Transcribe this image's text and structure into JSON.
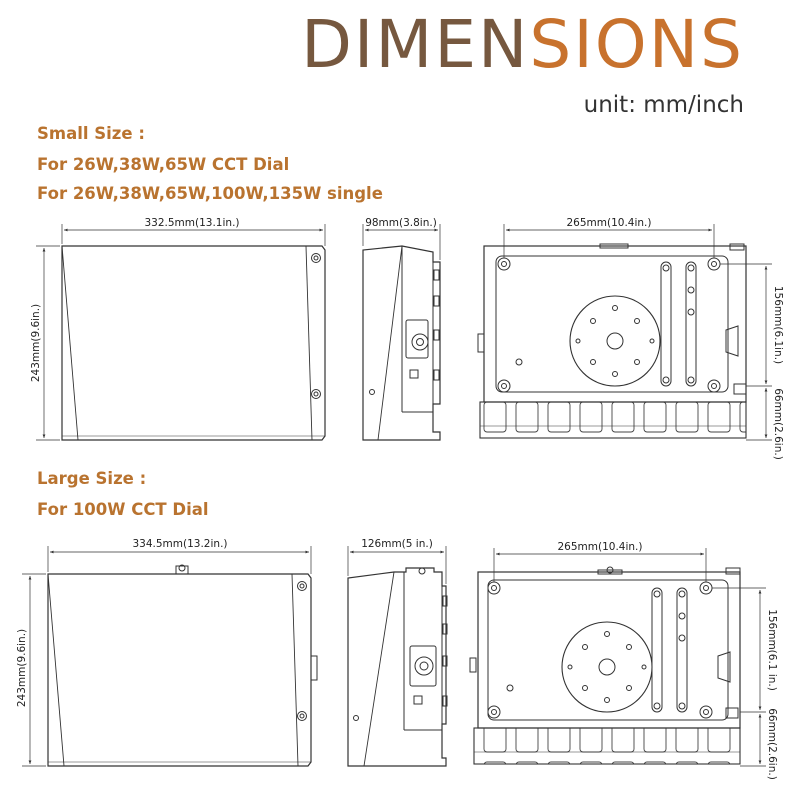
{
  "header": {
    "title_part1": "DIMEN",
    "title_part2": "SIONS",
    "unit": "unit: mm/inch",
    "colors": {
      "title_dark": "#76583f",
      "title_orange": "#c8722d",
      "label_orange": "#b9732f"
    }
  },
  "small": {
    "heading": "Small Size :",
    "line1": "For 26W,38W,65W CCT Dial",
    "line2": "For 26W,38W,65W,100W,135W single",
    "width": "332.5mm(13.1in.)",
    "height": "243mm(9.6in.)",
    "depth": "98mm(3.8in.)",
    "mount_width": "265mm(10.4in.)",
    "mount_height": "156mm(6.1in.)",
    "fin_height": "66mm(2.6in.)"
  },
  "large": {
    "heading": "Large Size :",
    "line1": "For 100W CCT Dial",
    "width": "334.5mm(13.2in.)",
    "height": "243mm(9.6in.)",
    "depth": "126mm(5 in.)",
    "mount_width": "265mm(10.4in.)",
    "mount_height": "156mm(6.1 in.)",
    "fin_height": "66mm(2.6in.)"
  }
}
